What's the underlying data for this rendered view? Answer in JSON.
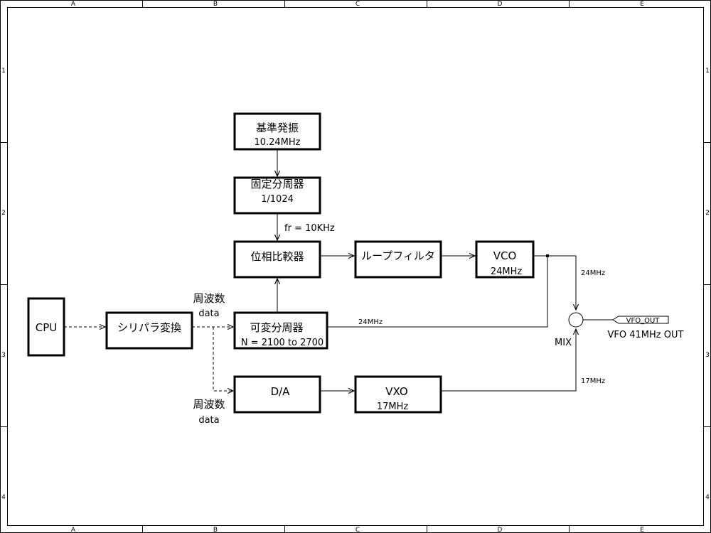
{
  "grid": {
    "columns": [
      "A",
      "B",
      "C",
      "D",
      "E"
    ],
    "rows": [
      "1",
      "2",
      "3",
      "4"
    ]
  },
  "blocks": {
    "ref_osc": {
      "title": "基準発振",
      "sub": "10.24MHz"
    },
    "fixed_div": {
      "title": "固定分周器",
      "sub": "1/1024"
    },
    "phase_comp": {
      "title": "位相比較器"
    },
    "loop_filter": {
      "title": "ループフィルタ"
    },
    "vco": {
      "title": "VCO",
      "sub": "24MHz"
    },
    "cpu": {
      "title": "CPU"
    },
    "ser_par": {
      "title": "シリパラ変換"
    },
    "var_div": {
      "title": "可変分周器",
      "sub": "N = 2100 to 2700"
    },
    "da": {
      "title": "D/A"
    },
    "vxo": {
      "title": "VXO",
      "sub": "17MHz"
    }
  },
  "labels": {
    "fr": "fr = 10KHz",
    "freq_data_1": "周波数",
    "data_1": "data",
    "freq_data_2": "周波数",
    "data_2": "data",
    "vco_out_24": "24MHz",
    "feedback_24": "24MHz",
    "vxo_17": "17MHz",
    "mix": "MIX",
    "port": "VFO_OUT",
    "output": "VFO 41MHz OUT"
  }
}
